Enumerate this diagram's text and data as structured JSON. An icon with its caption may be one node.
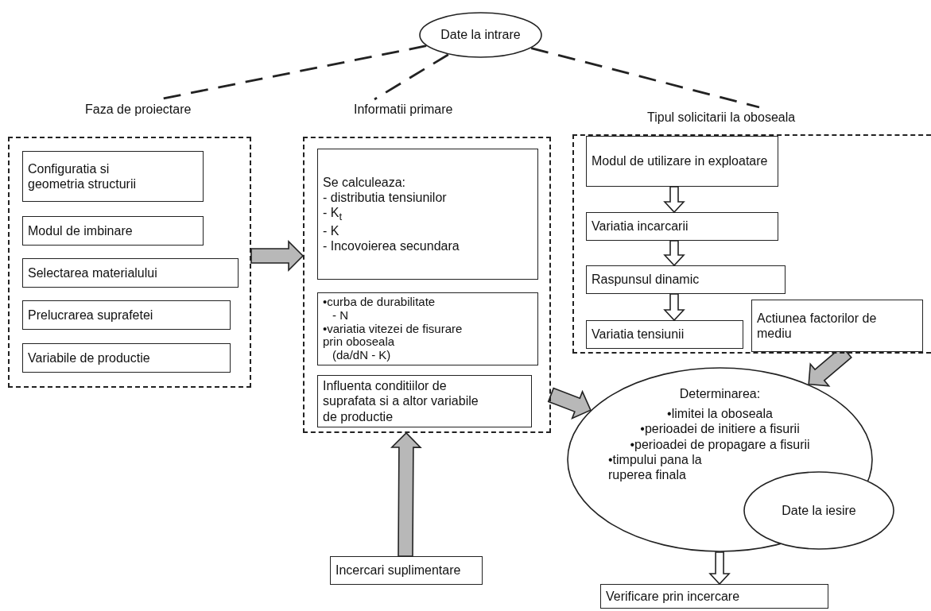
{
  "diagram": {
    "nodes": [
      {
        "text": [
          "Date la intrare"
        ]
      },
      {
        "text": [
          "Faza de proiectare"
        ]
      },
      {
        "text": [
          "Configuratia si geometria structurii"
        ],
        "in": 1
      },
      {
        "text": [
          "Modul de imbinare"
        ],
        "in": 1
      },
      {
        "text": [
          "Selectarea materialului"
        ],
        "in": 1
      },
      {
        "text": [
          "Prelucrarea suprafetei"
        ],
        "in": 1
      },
      {
        "text": [
          "Variabile de productie"
        ],
        "in": 1
      },
      {
        "text": [
          "Informatii primare"
        ]
      },
      {
        "text": [
          "Se calculeaza:",
          "- distributia tensiunilor",
          "- K$_{t}$",
          "- K",
          "- Incovoierea secundara"
        ],
        "in": 7
      },
      {
        "text": [
          "•curba de durabilitate",
          "- N",
          "•variatia vitezei de fisurare prin oboseala",
          "(da/dN - K)"
        ],
        "in": 7
      },
      {
        "text": [
          "Influenta conditiilor de suprafata si a altor variabile de productie"
        ],
        "in": 7
      },
      {
        "text": [
          "Tipul solicitarii la oboseala"
        ]
      },
      {
        "text": [
          "Modul de utilizare in exploatare"
        ],
        "in": 11
      },
      {
        "text": [
          "Variatia incarcarii"
        ],
        "in": 11
      },
      {
        "text": [
          "Raspunsul dinamic"
        ],
        "in": 11
      },
      {
        "text": [
          "Variatia tensiunii"
        ],
        "in": 11
      },
      {
        "text": [
          "Actiunea factorilor de mediu"
        ],
        "in": 11
      },
      {
        "text": [
          "Determinarea:",
          "•limitei la oboseala",
          "•perioadei de initiere a fisurii",
          "•perioadei de propagare a fisurii",
          "•timpului pana la ruperea finala"
        ]
      },
      {
        "text": [
          "Date la iesire"
        ]
      },
      {
        "text": [
          "Incercari suplimentare"
        ]
      },
      {
        "text": [
          "Verificare prin incercare"
        ]
      }
    ],
    "edges": [
      {
        "from": 0,
        "to": 1,
        "arrow": "none",
        "style": "dashed"
      },
      {
        "from": 0,
        "to": 7,
        "arrow": "none",
        "style": "dashed"
      },
      {
        "from": 0,
        "to": 11,
        "arrow": "none",
        "style": "dashed"
      },
      {
        "from": 1,
        "to": 7,
        "arrow": "to",
        "style": "thick",
        "color": "#b8b8b8"
      },
      {
        "from": 7,
        "to": 17,
        "arrow": "to",
        "style": "thick",
        "color": "#b8b8b8"
      },
      {
        "from": 16,
        "to": 17,
        "arrow": "to",
        "style": "thick",
        "color": "#b8b8b8"
      },
      {
        "from": 19,
        "to": 7,
        "arrow": "to",
        "style": "thick",
        "color": "#b8b8b8"
      },
      {
        "from": 12,
        "to": 13,
        "arrow": "to",
        "style": "thick"
      },
      {
        "from": 13,
        "to": 14,
        "arrow": "to",
        "style": "thick"
      },
      {
        "from": 14,
        "to": 15,
        "arrow": "to",
        "style": "thick"
      },
      {
        "from": 17,
        "to": 20,
        "arrow": "to",
        "style": "thick"
      }
    ]
  }
}
